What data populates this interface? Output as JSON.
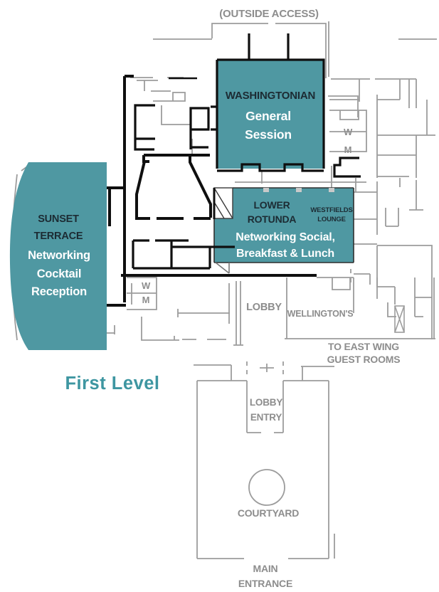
{
  "title": "First Level",
  "colors": {
    "highlight_teal": "#4f98a2",
    "dark_label": "#1c2b33",
    "gray_label": "#8d8d8d",
    "wall_black": "#0f0f0f",
    "line_gray": "#9c9c9c",
    "title_teal": "#3e96a1",
    "white_label": "#ffffff"
  },
  "labels": {
    "outside_access": "(OUTSIDE ACCESS)",
    "first_level": "First Level",
    "lobby": "LOBBY",
    "wellingtons": "WELLINGTON'S",
    "east_wing": "TO EAST WING GUEST ROOMS",
    "lobby_entry": "LOBBY\nENTRY",
    "courtyard": "COURTYARD",
    "main_entrance": "MAIN\nENTRANCE",
    "restroom_women": "W",
    "restroom_men": "M"
  },
  "event_spaces": {
    "washingtonian": {
      "name": "WASHINGTONIAN",
      "event": "General\nSession"
    },
    "lower_rotunda": {
      "name": "LOWER\nROTUNDA",
      "event": "Networking Social,\nBreakfast & Lunch"
    },
    "westfields_lounge": {
      "name": "WESTFIELDS\nLOUNGE"
    },
    "sunset_terrace": {
      "name": "SUNSET\nTERRACE",
      "event": "Networking\nCocktail\nReception"
    }
  }
}
